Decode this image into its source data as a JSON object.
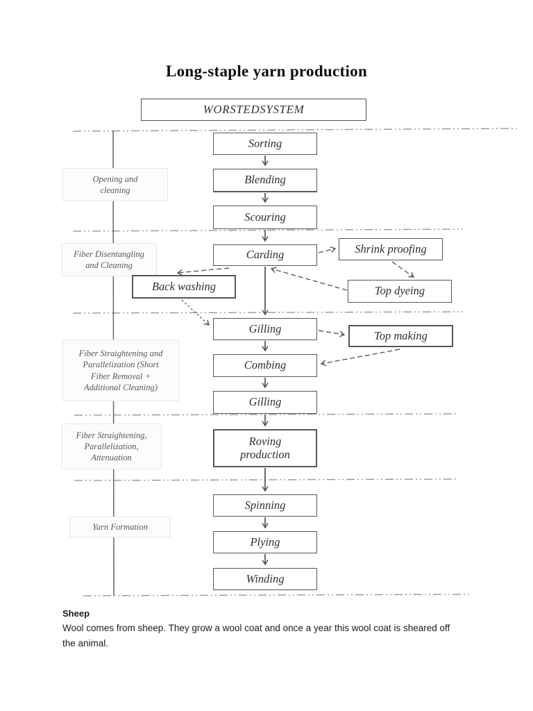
{
  "page": {
    "title": "Long-staple yarn production",
    "system_label": "WORSTEDSYSTEM"
  },
  "diagram": {
    "stages": [
      "Opening and cleaning",
      "Fiber Disentangling and Cleaning",
      "Fiber Straightening and Parallelization (Short Fiber Removal + Additional Cleaning)",
      "Fiber Straightening, Parallelization, Attenuation",
      "Yarn Formation"
    ],
    "main_flow": [
      "Sorting",
      "Blending",
      "Scouring",
      "Carding",
      "Gilling",
      "Combing",
      "Gilling",
      "Roving production",
      "Spinning",
      "Plying",
      "Winding"
    ],
    "side_steps": {
      "shrink_proofing": "Shrink proofing",
      "top_dyeing": "Top dyeing",
      "back_washing": "Back washing",
      "top_making": "Top making"
    }
  },
  "footer": {
    "heading": "Sheep",
    "body": "Wool comes from sheep. They grow a wool coat and once a year this wool coat is sheared off the animal."
  },
  "colors": {
    "arrow_line": "#4f4f4f",
    "dashed_line": "#5a5a5a",
    "divider_line": "#909090",
    "box_border": "#565656",
    "box_text": "#2f2f2f",
    "stage_text": "#575757",
    "stage_bg": "#fcfcfc"
  }
}
